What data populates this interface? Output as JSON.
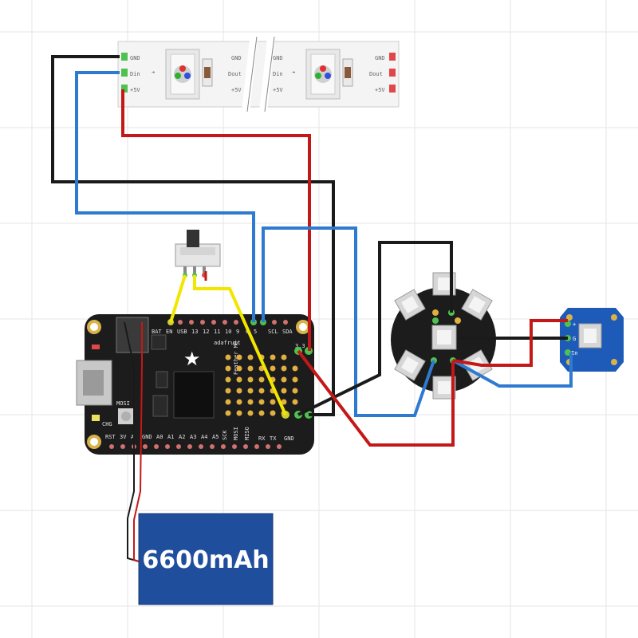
{
  "colors": {
    "wire_black": "#1a1a1a",
    "wire_blue": "#2e7ad1",
    "wire_red": "#c41818",
    "wire_yellow": "#f2e600",
    "board": "#1c1c1c",
    "battery": "#1f4f9c",
    "breakout": "#1e5bb8",
    "strip": "#f2f2f2"
  },
  "strip": {
    "left_segment": {
      "in_pins": [
        "GND",
        "Din",
        "+5V"
      ],
      "out_pins": [
        "GND",
        "Dout",
        "+5V"
      ]
    },
    "right_segment": {
      "in_pins": [
        "GND",
        "Din",
        "+5V"
      ],
      "out_pins": [
        "GND",
        "Dout",
        "+5V"
      ]
    }
  },
  "feather": {
    "top_pins": [
      "BAT",
      "EN",
      "USB",
      "13",
      "12",
      "11",
      "10",
      "9",
      "6",
      "5",
      "SCL",
      "SDA"
    ],
    "bottom_pins": [
      "RST",
      "3V",
      "A",
      "GND",
      "A0",
      "A1",
      "A2",
      "A3",
      "A4",
      "A5",
      "SCK",
      "MOSI",
      "MISO",
      "RX",
      "TX",
      "GND"
    ],
    "silkscreen": [
      "adafruit",
      "Feather M0"
    ],
    "side_labels": [
      "CHG",
      "MOSI",
      "3.3"
    ]
  },
  "breakout": {
    "pins": [
      "+",
      "G",
      "In"
    ]
  },
  "battery": {
    "label": "6600mAh"
  }
}
